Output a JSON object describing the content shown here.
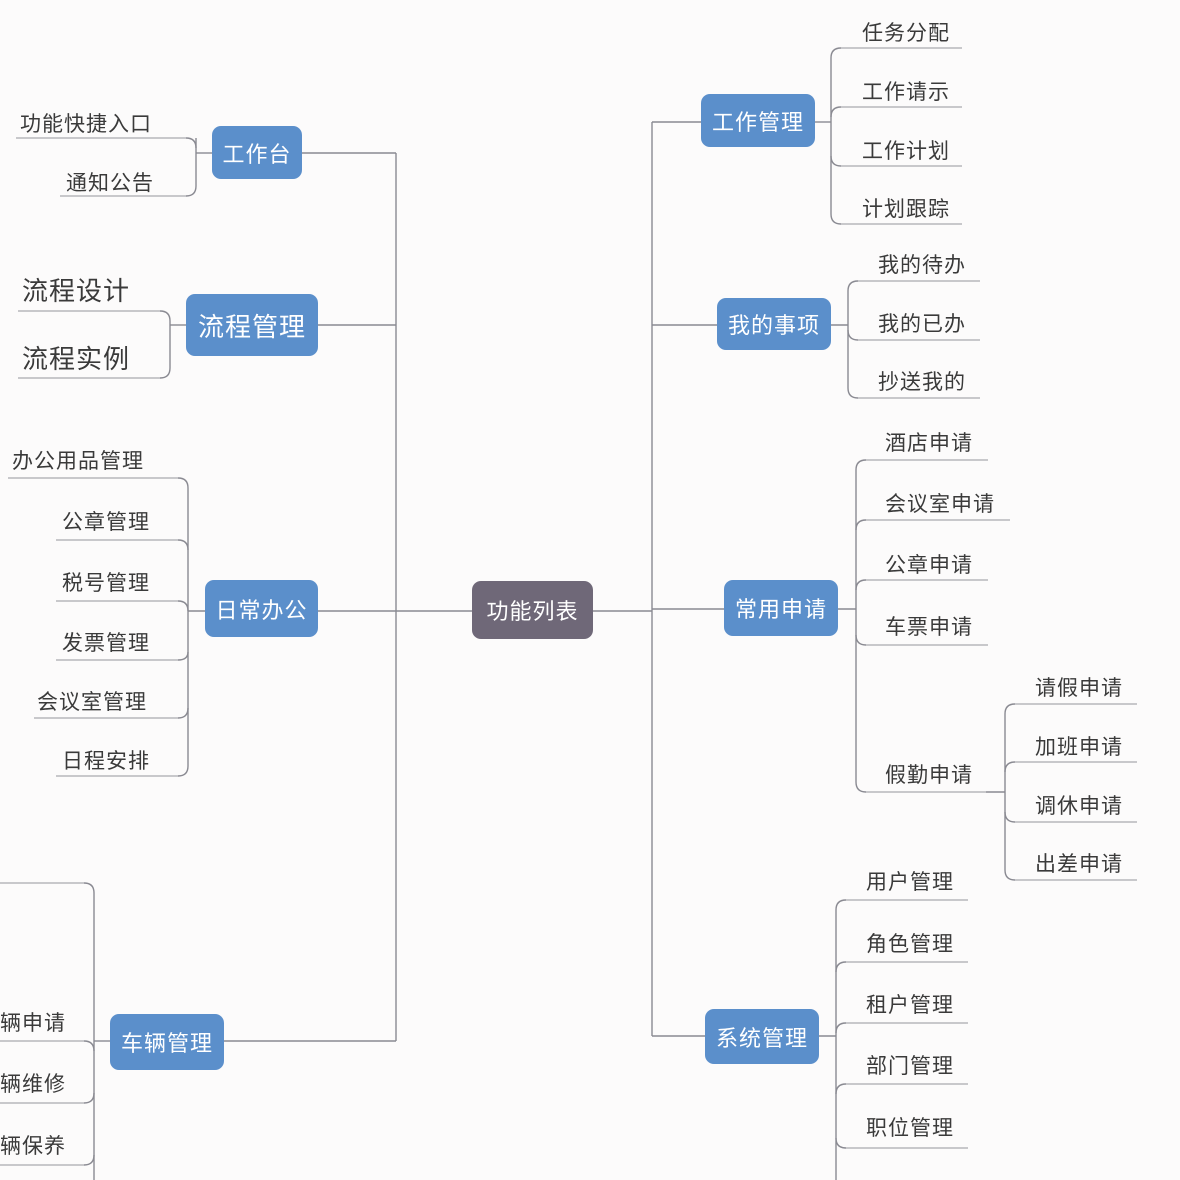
{
  "root": {
    "label": "功能列表"
  },
  "left": {
    "workbench": {
      "label": "工作台",
      "items": [
        "功能快捷入口",
        "通知公告"
      ]
    },
    "process": {
      "label": "流程管理",
      "items": [
        "流程设计",
        "流程实例"
      ]
    },
    "daily": {
      "label": "日常办公",
      "items": [
        "办公用品管理",
        "公章管理",
        "税号管理",
        "发票管理",
        "会议室管理",
        "日程安排"
      ]
    },
    "vehicle": {
      "label": "车辆管理",
      "items": [
        "辆申请",
        "辆维修",
        "辆保养"
      ]
    }
  },
  "right": {
    "work": {
      "label": "工作管理",
      "items": [
        "任务分配",
        "工作请示",
        "工作计划",
        "计划跟踪"
      ]
    },
    "mine": {
      "label": "我的事项",
      "items": [
        "我的待办",
        "我的已办",
        "抄送我的"
      ]
    },
    "apply": {
      "label": "常用申请",
      "items": [
        "酒店申请",
        "会议室申请",
        "公章申请",
        "车票申请",
        "假勤申请"
      ],
      "leave": {
        "items": [
          "请假申请",
          "加班申请",
          "调休申请",
          "出差申请"
        ]
      }
    },
    "system": {
      "label": "系统管理",
      "items": [
        "用户管理",
        "角色管理",
        "租户管理",
        "部门管理",
        "职位管理"
      ]
    }
  },
  "colors": {
    "branch": "#5b8fcb",
    "root": "#6f6878",
    "line": "#8a8a92",
    "underline": "#a9a9ae"
  }
}
